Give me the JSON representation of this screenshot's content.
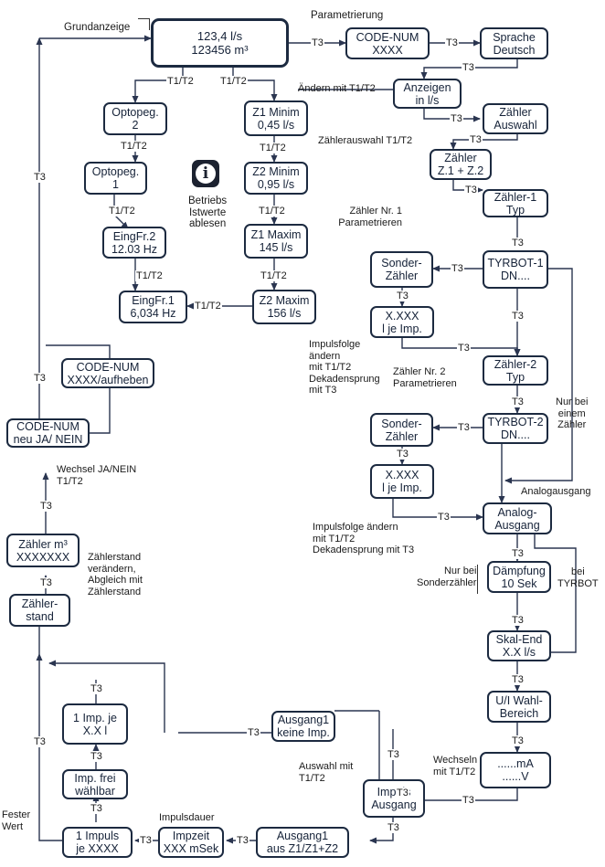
{
  "boxes": {
    "grundanzeige": "123,4 l/s\n123456 m³",
    "code_num_top": "CODE-NUM\nXXXX",
    "sprache": "Sprache\nDeutsch",
    "anzeigen": "Anzeigen\nin l/s",
    "zaehler_auswahl": "Zähler\nAuswahl",
    "zaehler_z1z2": "Zähler\nZ.1 + Z.2",
    "zaehler1_typ": "Zähler-1\nTyp",
    "tyrbot1": "TYRBOT-1\nDN....",
    "sonder1": "Sonder-\nZähler",
    "xxxx1": "X.XXX\nl je Imp.",
    "zaehler2_typ": "Zähler-2\nTyp",
    "tyrbot2": "TYRBOT-2\nDN....",
    "sonder2": "Sonder-\nZähler",
    "xxxx2": "X.XXX\nl je Imp.",
    "analog": "Analog-\nAusgang",
    "daempfung": "Dämpfung\n10 Sek",
    "skal_end": "Skal-End\nX.X l/s",
    "ui_wahl": "U/I Wahl-\nBereich",
    "ma_v": "......mA\n......V",
    "impuls_ausgang": "Impuls\nAusgang",
    "ausgang1_aus": "Ausgang1\naus Z1/Z1+Z2",
    "impzeit": "Impzeit\nXXX mSek",
    "ein_impuls": "1 Impuls\nje XXXX",
    "imp_frei": "Imp. frei\nwählbar",
    "ein_imp_je": "1 Imp. je\nX.X l",
    "ausgang1_keine": "Ausgang1\nkeine Imp.",
    "optopeg2": "Optopeg.\n2",
    "optopeg1": "Optopeg.\n1",
    "eingfr2": "EingFr.2\n12.03 Hz",
    "eingfr1": "EingFr.1\n6,034 Hz",
    "z1min": "Z1 Minim\n0,45 l/s",
    "z2min": "Z2 Minim\n0,95 l/s",
    "z1max": "Z1 Maxim\n145 l/s",
    "z2max": "Z2 Maxim\n156 l/s",
    "code_num_aufheben": "CODE-NUM\nXXXX/aufheben",
    "code_num_neu": "CODE-NUM\nneu JA/ NEIN",
    "zaehler_m3": "Zähler m³\nXXXXXXX",
    "zaehlerstand": "Zähler-\nstand"
  },
  "labels": {
    "grundanzeige": "Grundanzeige",
    "parametrierung": "Parametrierung",
    "aendern": "Ändern mit T1/T2",
    "zaehlerauswahl": "Zählerauswahl T1/T2",
    "zaehler_nr1": "Zähler Nr. 1\nParametrieren",
    "impulsfolge1": "Impulsfolge\nändern\nmit T1/T2\nDekadensprung\nmit T3",
    "zaehler_nr2": "Zähler Nr. 2\nParametrieren",
    "nur_bei_einem": "Nur bei\neinem\nZähler",
    "analogausgang": "Analogausgang",
    "impulsfolge2": "Impulsfolge ändern\nmit T1/T2\nDekadensprung mit T3",
    "nur_sonder": "Nur bei\nSonderzähler",
    "bei_tyrbot": "bei\nTYRBOT",
    "wechseln": "Wechseln\nmit T1/T2",
    "auswahl": "Auswahl mit\nT1/T2",
    "impulsdauer": "Impulsdauer",
    "fester_wert": "Fester\nWert",
    "betriebs": "Betriebs\nIstwerte\nablesen",
    "wechsel_ja_nein": "Wechsel JA/NEIN\nT1/T2",
    "zaehlerstand_veraendern": "Zählerstand\nverändern,\nAbgleich mit\nZählerstand"
  },
  "keys": {
    "t3": "T3",
    "t1t2": "T1/T2"
  },
  "icons": {
    "info": "info-icon",
    "info_glyph": "i"
  },
  "colors": {
    "box_border": "#1c2a40",
    "line": "#2a3550"
  }
}
